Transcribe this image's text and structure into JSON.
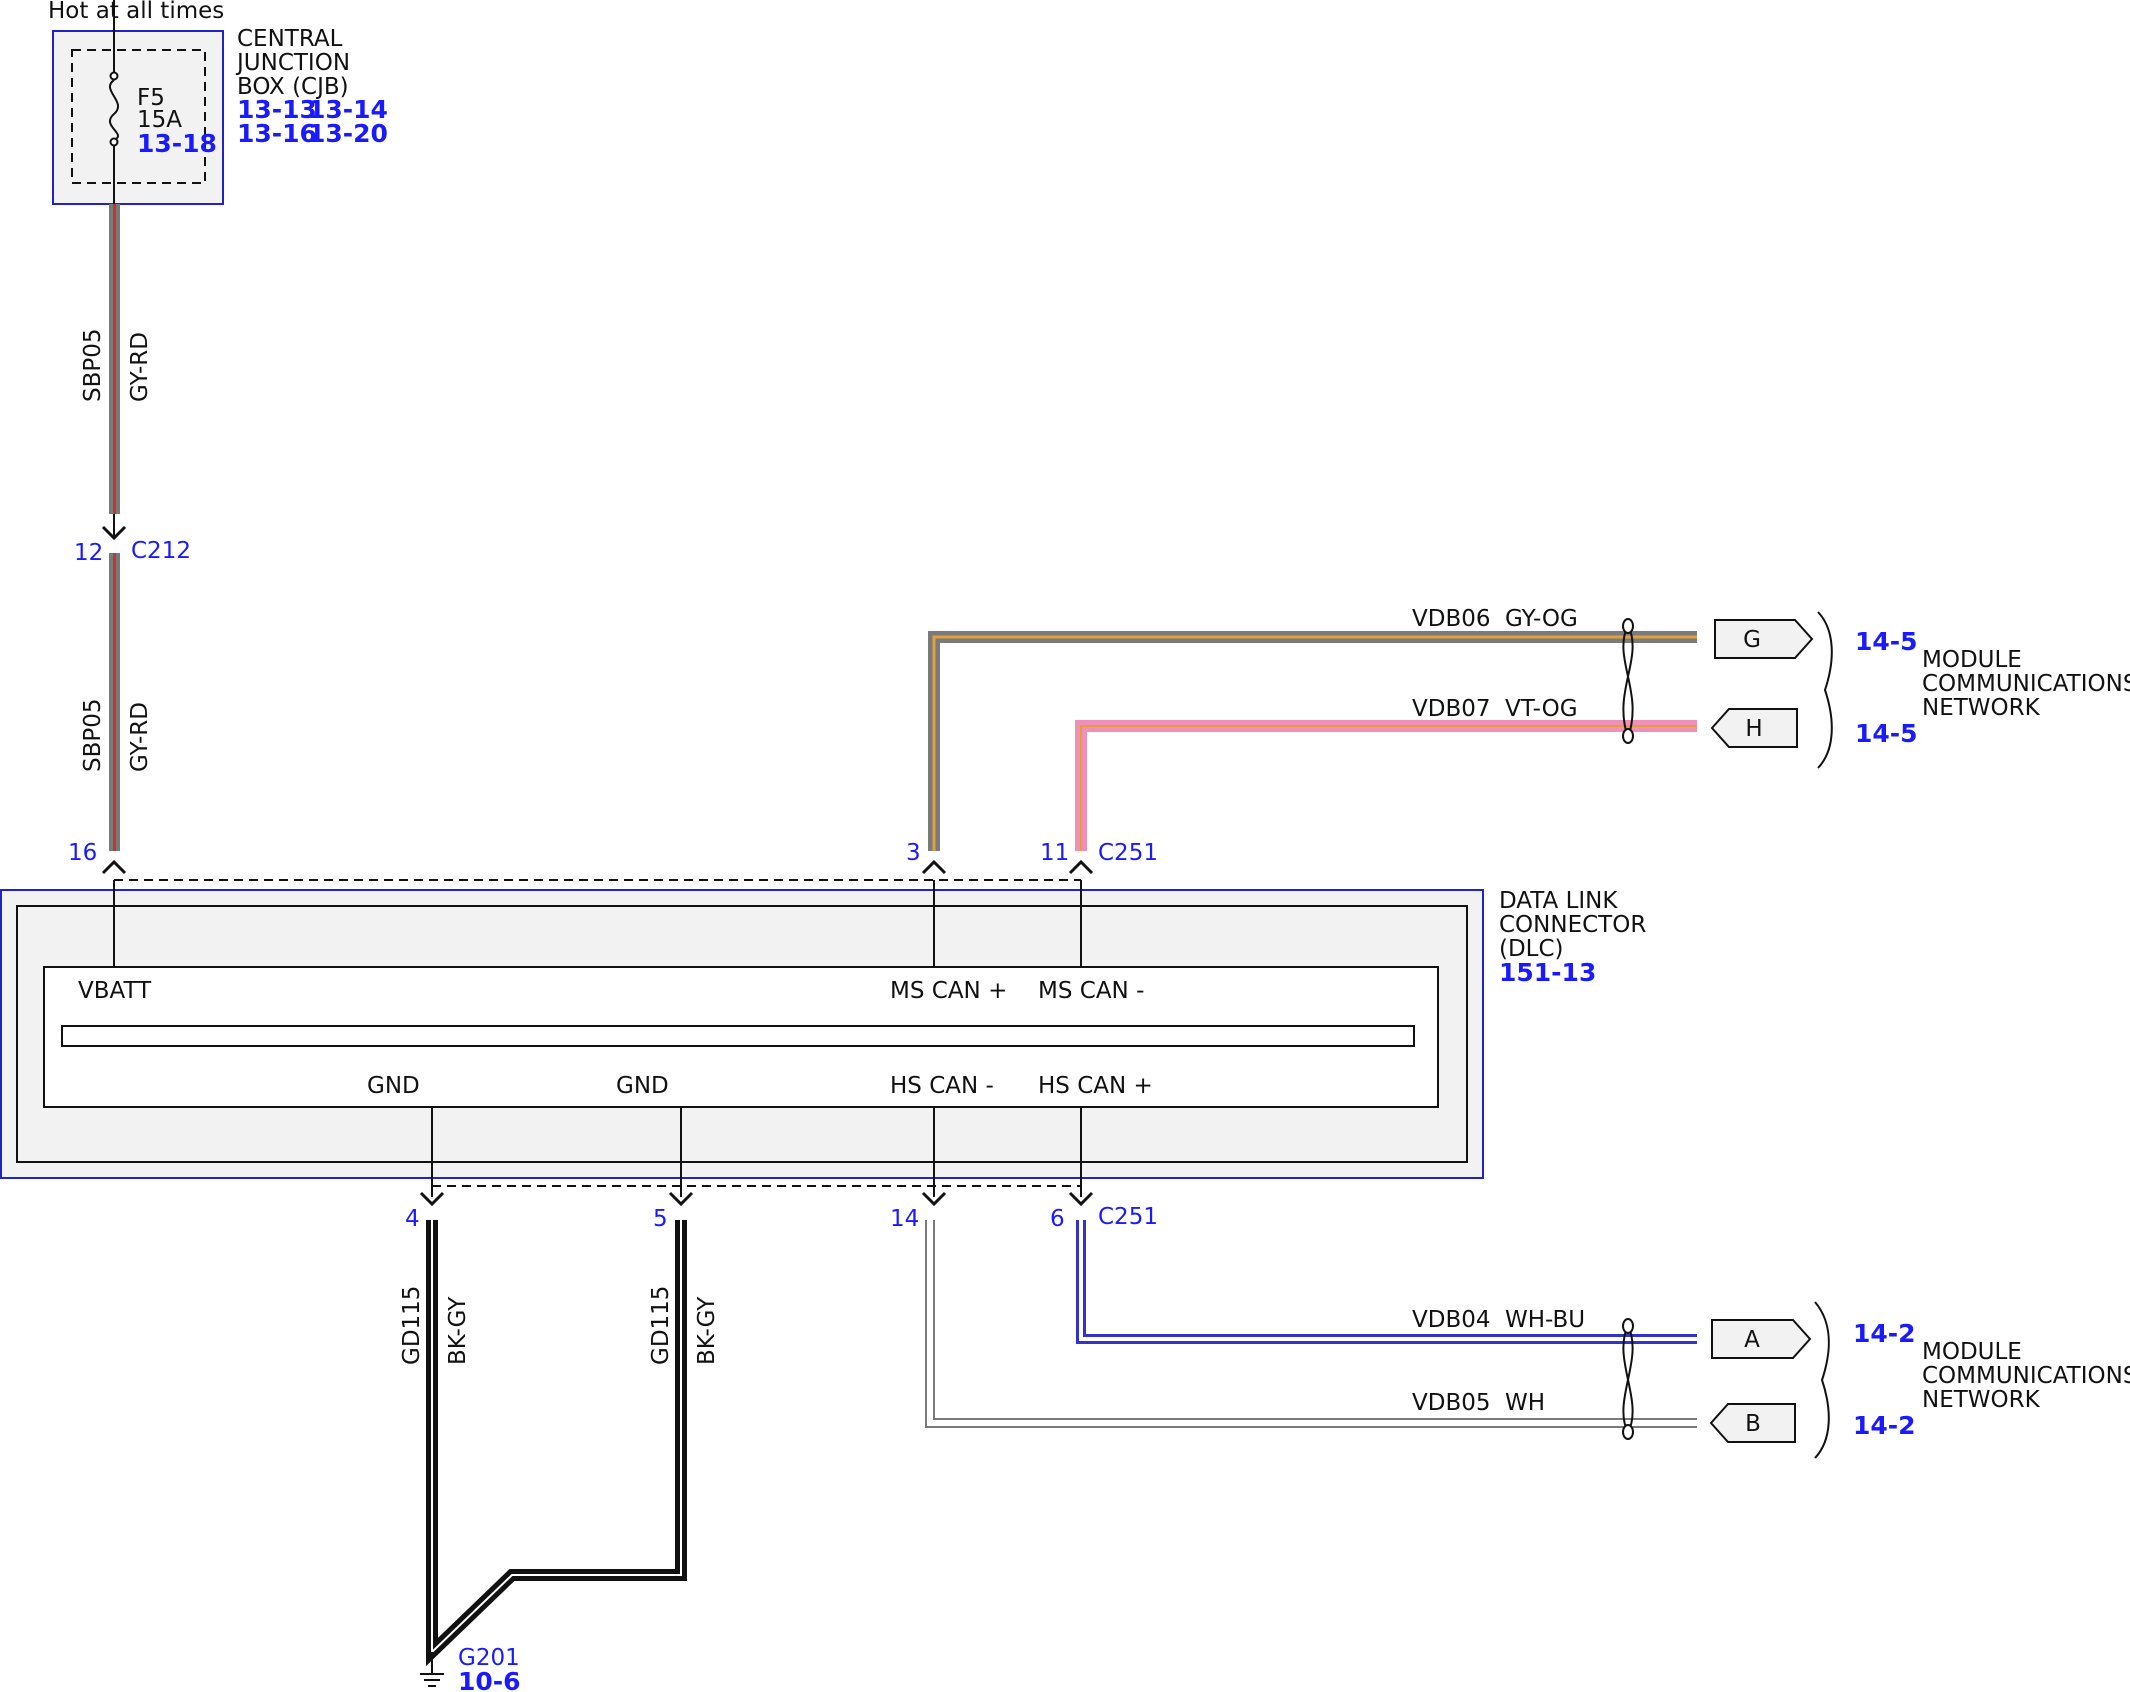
{
  "colors": {
    "reference_blue": "#1a1aff",
    "module_outline": "#2222cc",
    "module_fill": "#f2f2f2",
    "wire_gray": "#7a7a7a",
    "wire_red": "#c0392b",
    "wire_orange": "#e0a040",
    "wire_violet": "#f090b8",
    "wire_blue": "#3333cc",
    "wire_black": "#111111"
  },
  "power": {
    "hot_label": "Hot at all times"
  },
  "cjb": {
    "name_lines": [
      "CENTRAL",
      "JUNCTION",
      "BOX (CJB)"
    ],
    "refs": [
      "13-13",
      "13-14",
      "13-16",
      "13-20"
    ],
    "fuse": {
      "name": "F5",
      "rating": "15A",
      "ref": "13-18"
    }
  },
  "connectors": {
    "c212": {
      "name": "C212",
      "pin": "12"
    },
    "c251_top": {
      "name": "C251",
      "pins": [
        "16",
        "3",
        "11"
      ]
    },
    "c251_bottom": {
      "name": "C251",
      "pins": [
        "4",
        "5",
        "14",
        "6"
      ]
    }
  },
  "wires": {
    "sbp05_upper": {
      "circuit": "SBP05",
      "color_code": "GY-RD"
    },
    "sbp05_lower": {
      "circuit": "SBP05",
      "color_code": "GY-RD"
    },
    "vdb06": {
      "circuit": "VDB06",
      "color_code": "GY-OG"
    },
    "vdb07": {
      "circuit": "VDB07",
      "color_code": "VT-OG"
    },
    "vdb04": {
      "circuit": "VDB04",
      "color_code": "WH-BU"
    },
    "vdb05": {
      "circuit": "VDB05",
      "color_code": "WH"
    },
    "gd115_a": {
      "circuit": "GD115",
      "color_code": "BK-GY"
    },
    "gd115_b": {
      "circuit": "GD115",
      "color_code": "BK-GY"
    }
  },
  "dlc": {
    "name_lines": [
      "DATA LINK",
      "CONNECTOR",
      "(DLC)"
    ],
    "ref": "151-13",
    "pins_top": [
      "VBATT",
      "MS CAN +",
      "MS CAN -"
    ],
    "pins_bottom": [
      "GND",
      "GND",
      "HS CAN -",
      "HS CAN +"
    ]
  },
  "module_network": {
    "upper": {
      "label_lines": [
        "MODULE",
        "COMMUNICATIONS",
        "NETWORK"
      ],
      "tags": [
        "G",
        "H"
      ],
      "refs": [
        "14-5",
        "14-5"
      ]
    },
    "lower": {
      "label_lines": [
        "MODULE",
        "COMMUNICATIONS",
        "NETWORK"
      ],
      "tags": [
        "A",
        "B"
      ],
      "refs": [
        "14-2",
        "14-2"
      ]
    }
  },
  "ground": {
    "name": "G201",
    "ref": "10-6"
  }
}
